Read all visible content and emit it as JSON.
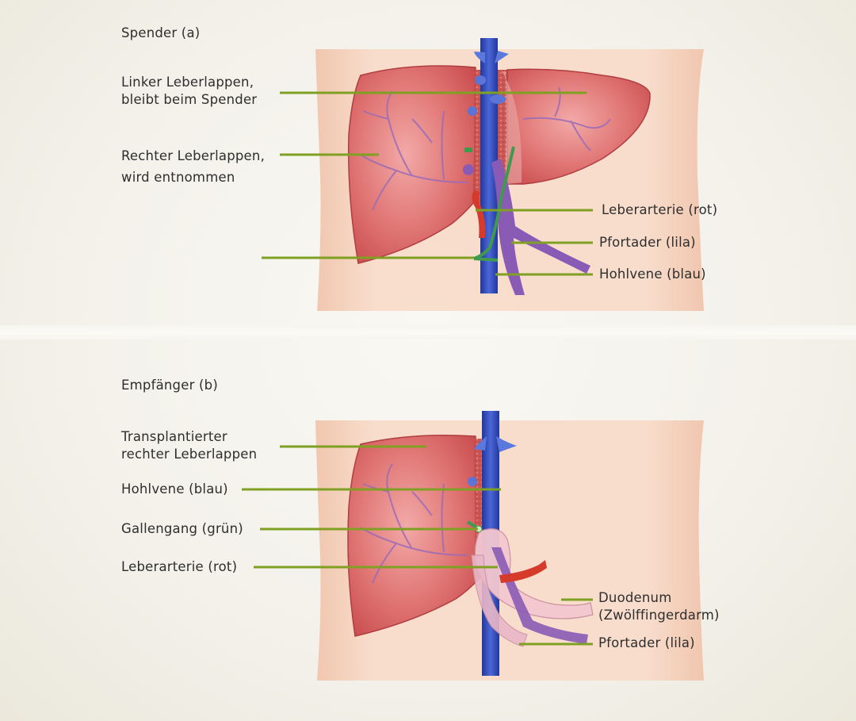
{
  "donor": {
    "title": "Spender (a)",
    "left_lobe": [
      "Linker Leberlappen,",
      "bleibt beim Spender"
    ],
    "right_lobe": [
      "Rechter Leberlappen,",
      "wird entnommen"
    ],
    "artery": "Leberarterie (rot)",
    "portal": "Pfortader (lila)",
    "cava": "Hohlvene (blau)"
  },
  "recipient": {
    "title": "Empfänger (b)",
    "transplant": [
      "Transplantierter",
      "rechter Leberlappen"
    ],
    "cava": "Hohlvene (blau)",
    "bile": "Gallengang (grün)",
    "artery": "Leberarterie (rot)",
    "duodenum": [
      "Duodenum",
      "(Zwölffingerdarm)"
    ],
    "portal": "Pfortader (lila)"
  },
  "colors": {
    "torso": "#f6d4c0",
    "liver": "#d9575a",
    "vena_cava": "#3a55c4",
    "portal_vein": "#8a5bb5",
    "artery": "#d63a2a",
    "bile_duct": "#3f9a4e",
    "leader": "#7fa023"
  }
}
